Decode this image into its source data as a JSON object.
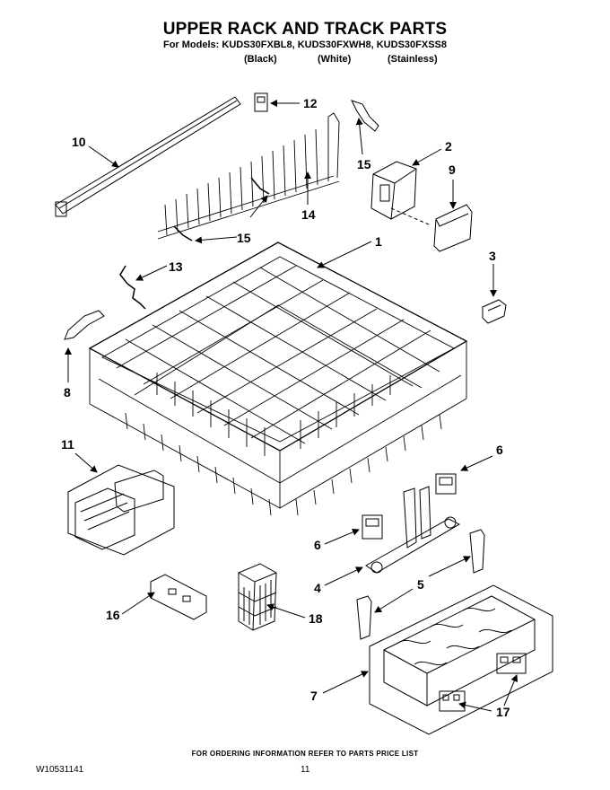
{
  "header": {
    "title": "UPPER RACK AND TRACK PARTS",
    "models_line": "For Models: KUDS30FXBL8, KUDS30FXWH8, KUDS30FXSS8",
    "variants": [
      "(Black)",
      "(White)",
      "(Stainless)"
    ]
  },
  "callouts": {
    "c1": "1",
    "c2": "2",
    "c3": "3",
    "c4": "4",
    "c5": "5",
    "c6a": "6",
    "c6b": "6",
    "c7": "7",
    "c8": "8",
    "c9": "9",
    "c10": "10",
    "c11": "11",
    "c12": "12",
    "c13": "13",
    "c14": "14",
    "c15a": "15",
    "c15b": "15",
    "c16": "16",
    "c17": "17",
    "c18": "18"
  },
  "footer": {
    "ordering_note": "FOR ORDERING INFORMATION REFER TO PARTS PRICE LIST",
    "doc_id": "W10531141",
    "page": "11"
  }
}
